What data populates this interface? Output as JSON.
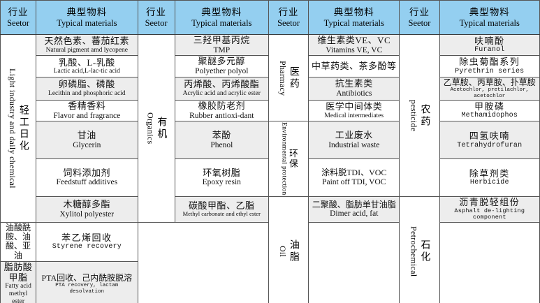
{
  "header": {
    "sector_zh": "行业",
    "sector_en": "Seetor",
    "materials_zh": "典型物料",
    "materials_en": "Typical materials"
  },
  "colors": {
    "header_blue": "#94cff0",
    "row_shade": "#ededed",
    "row_plain": "#ffffff",
    "border": "#555555"
  },
  "blocks": [
    {
      "id": "light-industry",
      "sectors": [
        {
          "zh": "轻工日化",
          "en": "Light industry and daily chemical",
          "rowspan": 7
        }
      ],
      "rows": [
        {
          "zh": "天然色素、蕃茄红素",
          "en": "Natural pigment amd lycopene",
          "shade": true
        },
        {
          "zh": "乳酸、L-乳酸",
          "en": "Lactic acid,L-lac-tic acid",
          "shade": false
        },
        {
          "zh": "卵磷脂、磷酸",
          "en": "Lecithin and phosphoric acid",
          "shade": true
        },
        {
          "zh": "香精香料",
          "en": "Flavor and fragrance",
          "shade": false
        },
        {
          "zh": "甘油",
          "en": "Glycerin",
          "shade": true
        },
        {
          "zh": "饲料添加剂",
          "en": "Feedstuff additives",
          "shade": false
        },
        {
          "zh": "木糖醇多酯",
          "en": "Xylitol polyester",
          "shade": true
        }
      ]
    },
    {
      "id": "organics",
      "sectors": [
        {
          "zh": "有机",
          "en": "Organics",
          "rowspan": 7
        }
      ],
      "rows": [
        {
          "zh": "三羟甲基丙烷",
          "en": "TMP",
          "shade": true
        },
        {
          "zh": "聚醚多元醇",
          "en": "Polyether polyol",
          "shade": false
        },
        {
          "zh": "丙烯酸、丙烯酸酯",
          "en": "Acrylic acid and acrylic ester",
          "shade": true
        },
        {
          "zh": "橡胶防老剂",
          "en": "Rubber antioxi-dant",
          "shade": false
        },
        {
          "zh": "苯酚",
          "en": "Phenol",
          "shade": true
        },
        {
          "zh": "环氧树脂",
          "en": "Epoxy resin",
          "shade": false
        },
        {
          "zh": "碳酸甲酯、乙脂",
          "en": "Methyl carbonate and ethyl ester",
          "shade": true
        }
      ]
    },
    {
      "id": "pharmacy-env-oil",
      "sectors": [
        {
          "zh": "医药",
          "en": "Pharmacy",
          "rowspan": 4
        },
        {
          "zh": "环保",
          "en": "Environmental protection",
          "rowspan": 2
        },
        {
          "zh": "油脂",
          "en": "Oil",
          "rowspan": 3
        }
      ],
      "rows": [
        {
          "zh": "维生素类VE、VC",
          "en": "Vitamins VE, VC",
          "shade": true
        },
        {
          "zh": "中草药类、茶多酚等",
          "en": "",
          "shade": false
        },
        {
          "zh": "抗生素类",
          "en": "Antibiotics",
          "shade": true
        },
        {
          "zh": "医学中间体类",
          "en": "Medical intermediates",
          "shade": false
        },
        {
          "zh": "工业废水",
          "en": "Industrial waste",
          "shade": true
        },
        {
          "zh": "涂料脱TDI、VOC",
          "en": "Paint off TDI, VOC",
          "shade": false
        },
        {
          "zh": "二聚酸、脂肪单甘油脂",
          "en": "Dimer acid, fat",
          "shade": true
        },
        {
          "zh": "油酸酰胺、油酸、亚油",
          "en": "",
          "shade": false
        },
        {
          "zh": "脂肪酸甲脂",
          "en": "Fatty acid methyl ester",
          "shade": true
        }
      ]
    },
    {
      "id": "pesticide-petrochemical",
      "sectors": [
        {
          "zh": "农药",
          "en": "pesticide",
          "rowspan": 6
        },
        {
          "zh": "石化",
          "en": "Petrochemical",
          "rowspan": 3
        }
      ],
      "rows": [
        {
          "zh": "呋喃酚",
          "en": "Furanol",
          "shade": true
        },
        {
          "zh": "除虫菊酯系列",
          "en": "Pyrethrin series",
          "shade": false
        },
        {
          "zh": "乙草胺、丙草胺、扑草胺",
          "en": "Acetochlor, pretilachlor, acetochlor",
          "shade": true
        },
        {
          "zh": "甲胺磷",
          "en": "Methamidophos",
          "shade": false
        },
        {
          "zh": "四氢呋喃",
          "en": "Tetrahydrofuran",
          "shade": true
        },
        {
          "zh": "除草剂类",
          "en": "Herbicide",
          "shade": false
        },
        {
          "zh": "沥青脱轻组份",
          "en": "Asphalt de-lighting component",
          "shade": true
        },
        {
          "zh": "苯乙烯回收",
          "en": "Styrene recovery",
          "shade": false
        },
        {
          "zh": "PTA回收、己内酰胺脱溶",
          "en": "PTA recovery, lactam desolvation",
          "shade": true
        }
      ]
    }
  ]
}
